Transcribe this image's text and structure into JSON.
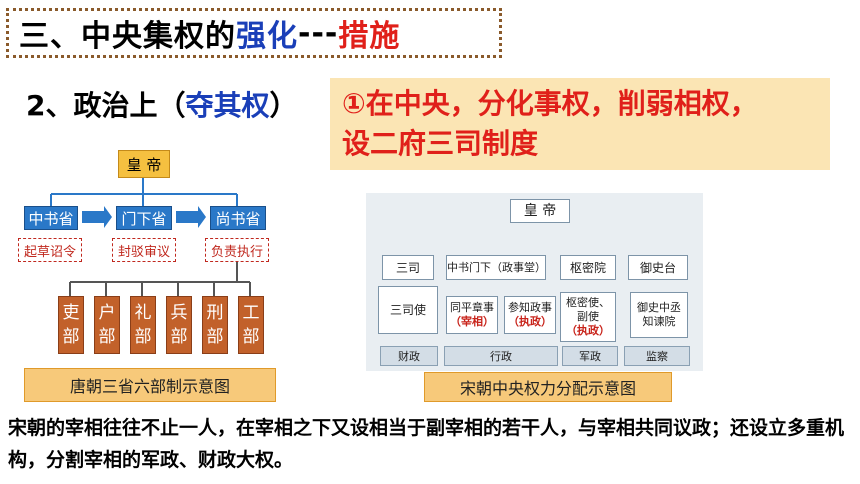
{
  "title": {
    "part1": "三、中央集权的",
    "part2": "强化",
    "part3": "---",
    "part4": "措施"
  },
  "subhead": {
    "prefix": "2、政治上（",
    "blue": "夺其权",
    "suffix": "）"
  },
  "highlight": {
    "line1": "①在中央，分化事权，削弱相权，",
    "line2": "设二府三司制度"
  },
  "tang": {
    "emperor": "皇 帝",
    "provinces": [
      "中书省",
      "门下省",
      "尚书省"
    ],
    "duties": [
      "起草诏令",
      "封驳审议",
      "负责执行"
    ],
    "ministries": [
      [
        "吏",
        "部"
      ],
      [
        "户",
        "部"
      ],
      [
        "礼",
        "部"
      ],
      [
        "兵",
        "部"
      ],
      [
        "刑",
        "部"
      ],
      [
        "工",
        "部"
      ]
    ],
    "caption": "唐朝三省六部制示意图"
  },
  "song": {
    "emperor": "皇 帝",
    "branches": [
      "三司",
      "中书门下（政事堂）",
      "枢密院",
      "御史台"
    ],
    "sansi_official": "三司使",
    "zhongshu_a_line1": "同平章事",
    "zhongshu_a_red": "（宰相）",
    "zhongshu_b_line1": "参知政事",
    "zhongshu_b_red": "（执政）",
    "shumi_line1": "枢密使、",
    "shumi_line2": "副使",
    "shumi_red": "（执政）",
    "yushi_line1": "御史中丞",
    "yushi_line2": "知谏院",
    "bands": [
      "财政",
      "行政",
      "军政",
      "监察"
    ],
    "caption": "宋朝中央权力分配示意图"
  },
  "bottom_text": "宋朝的宰相往往不止一人，在宰相之下又设相当于副宰相的若干人，与宰相共同议政；还设立多重机构，分割宰相的军政、财政大权。"
}
